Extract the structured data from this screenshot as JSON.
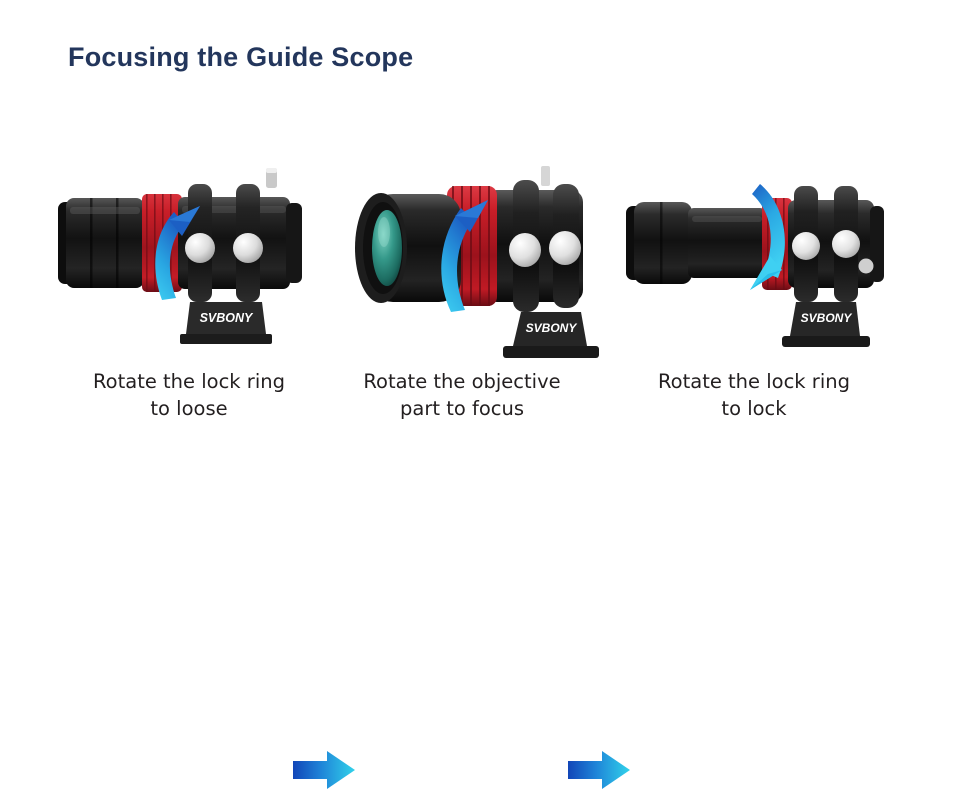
{
  "page": {
    "title": "Focusing the Guide Scope",
    "background_color": "#ffffff",
    "title_color": "#23365c"
  },
  "colors": {
    "title_navy": "#23365c",
    "caption_text": "#231f20",
    "focus_ring_red": "#c81e28",
    "focus_ring_red_dark": "#8c1420",
    "body_black": "#1a1a1a",
    "body_black_light": "#4a4a4a",
    "thumbscrew_silver": "#e8e8e8",
    "lens_teal": "#2e8b7a",
    "arrow_blue": "#1663c7",
    "arrow_cyan": "#29c0ee",
    "brand_text": "#ffffff"
  },
  "steps": [
    {
      "index": 1,
      "caption_line_1": "Rotate the lock ring",
      "caption_line_2": "to loose",
      "brand": "SVBONY",
      "rotation_direction": "counter-clockwise-up",
      "view": "side-view-retracted",
      "rotation_arrow_icon": "curved-rotation-arrow-up-icon"
    },
    {
      "index": 2,
      "caption_line_1": "Rotate the objective",
      "caption_line_2": "part to focus",
      "brand": "SVBONY",
      "rotation_direction": "counter-clockwise-up",
      "view": "front-angled-objective-lens",
      "rotation_arrow_icon": "curved-rotation-arrow-up-icon"
    },
    {
      "index": 3,
      "caption_line_1": "Rotate the lock ring",
      "caption_line_2": "to lock",
      "brand": "SVBONY",
      "rotation_direction": "clockwise-down",
      "view": "side-view-extended",
      "rotation_arrow_icon": "curved-rotation-arrow-down-icon"
    }
  ],
  "step_connectors": [
    {
      "index": 1,
      "icon": "right-arrow-icon",
      "from_step": 1,
      "to_step": 2
    },
    {
      "index": 2,
      "icon": "right-arrow-icon",
      "from_step": 2,
      "to_step": 3
    }
  ]
}
